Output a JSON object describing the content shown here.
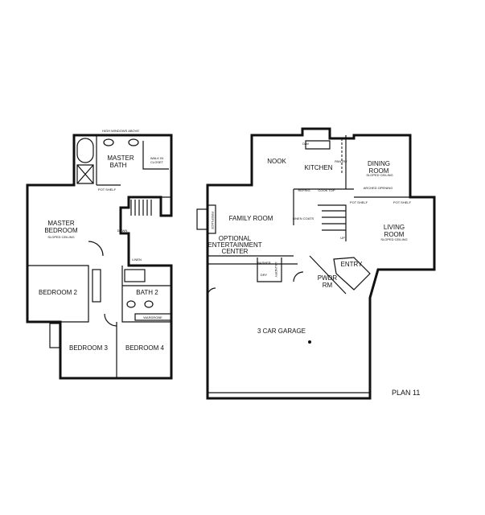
{
  "upper_floor": {
    "high_window": "HIGH WINDOWS ABOVE",
    "master_bath": [
      "MASTER",
      "BATH"
    ],
    "walk_in_closet": [
      "WALK IN",
      "CLOSET"
    ],
    "pot_shelf": "POT SHELF",
    "master_bedroom": [
      "MASTER",
      "BEDROOM"
    ],
    "master_bedroom_note": "SLOPED CEILING",
    "down": "DOWN",
    "linen": "LINEN",
    "bedroom_2": "BEDROOM 2",
    "bath_2": "BATH 2",
    "wardrobe": "WARDROBE",
    "bedroom_3": "BEDROOM 3",
    "bedroom_4": "BEDROOM 4"
  },
  "lower_floor": {
    "nook": "NOOK",
    "kitchen": "KITCHEN",
    "dishwasher": "D/W",
    "pantry": "PANTRY",
    "refrigerator": "REFRIG",
    "cooktop": "COOK TOP",
    "dining_room": [
      "DINING",
      "ROOM"
    ],
    "dining_note": "SLOPED CEILING",
    "arched_opening": "ARCHED OPENING",
    "pot_shelf": "POT SHELF",
    "family_room": "FAMILY ROOM",
    "fireplace": "FIREPLACE",
    "entertainment": [
      "OPTIONAL",
      "ENTERTAINMENT",
      "CENTER"
    ],
    "linen_coats": "LINEN COATS",
    "up": "UP",
    "living_room": [
      "LIVING",
      "ROOM"
    ],
    "living_note": "SLOPED CEILING",
    "entry": "ENTRY",
    "powder_room": [
      "PWDR",
      "RM"
    ],
    "washer": "WASHER",
    "dryer": "DRY",
    "laundry": "LAUNDRY",
    "garage": "3 CAR GARAGE"
  },
  "plan_label": "PLAN 11"
}
